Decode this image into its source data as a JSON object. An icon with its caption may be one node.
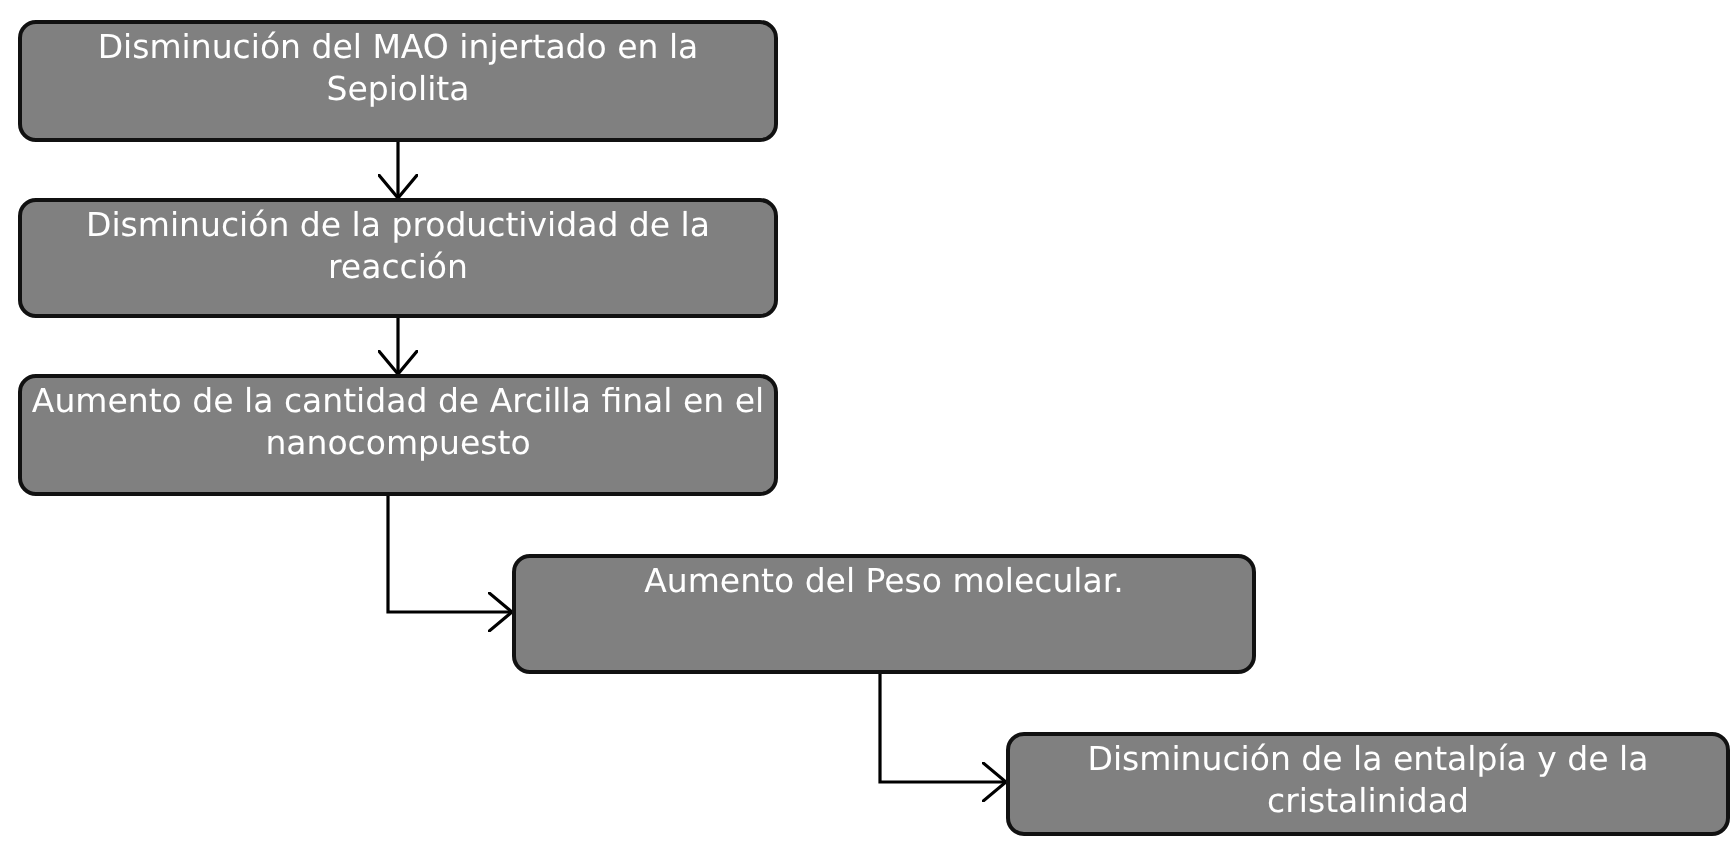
{
  "diagram": {
    "nodes": [
      {
        "text": [
          "Disminución del MAO injertado en la Sepiolita"
        ]
      },
      {
        "text": [
          "Disminución de la productividad de la reacción"
        ]
      },
      {
        "text": [
          "Aumento de la cantidad de Arcilla final en el nanocompuesto"
        ]
      },
      {
        "text": [
          "Aumento del Peso molecular."
        ]
      },
      {
        "text": [
          "Disminución de la entalpía y de la cristalinidad"
        ]
      }
    ],
    "edges": [
      {
        "from": 0,
        "to": 1,
        "arrow": "to"
      },
      {
        "from": 1,
        "to": 2,
        "arrow": "to"
      },
      {
        "from": 2,
        "to": 3,
        "arrow": "to"
      },
      {
        "from": 3,
        "to": 4,
        "arrow": "to"
      }
    ]
  }
}
